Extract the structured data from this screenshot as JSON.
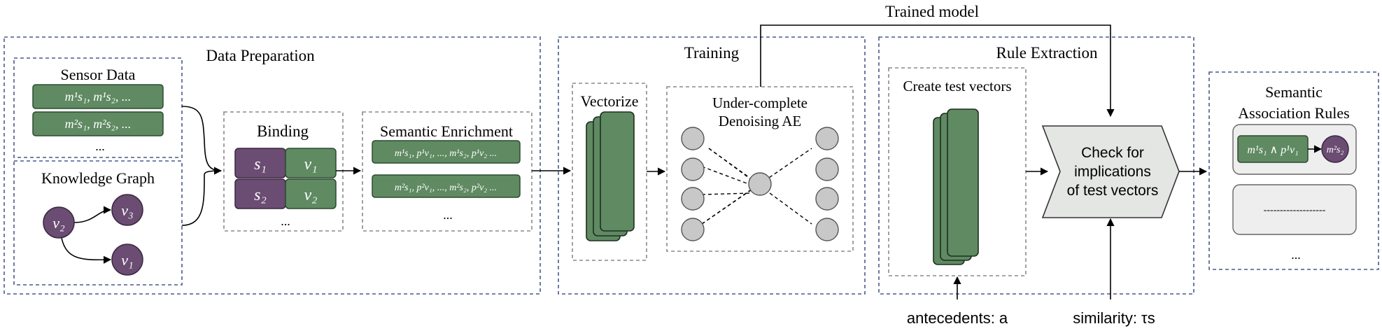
{
  "colors": {
    "panel_border": "#4a5a8c",
    "inner_border": "#8a8a8a",
    "green": "#5f8a62",
    "green_stroke": "#2f4a32",
    "purple": "#6b4c73",
    "purple_stroke": "#3a2741",
    "neuron": "#c8c8c8",
    "arrow_shape": "#e4e6e4"
  },
  "data_preparation": {
    "title": "Data Preparation",
    "sensor_data": {
      "title": "Sensor Data",
      "items": [
        "m¹s₁, m¹s₂, ...",
        "m²s₁, m²s₂, ..."
      ],
      "ellipsis": "..."
    },
    "knowledge_graph": {
      "title": "Knowledge Graph",
      "nodes": [
        "v₂",
        "v₃",
        "v₁"
      ]
    },
    "binding": {
      "title": "Binding",
      "cells": [
        [
          "s₁",
          "v₁"
        ],
        [
          "s₂",
          "v₂"
        ]
      ],
      "ellipsis": "..."
    },
    "semantic_enrichment": {
      "title": "Semantic Enrichment",
      "items": [
        "m¹s₁, p¹v₁, ..., m¹s₂, p¹v₂ ...",
        "m²s₁, p²v₁, ..., m²s₂, p²v₂ ..."
      ],
      "ellipsis": "..."
    }
  },
  "training": {
    "title": "Training",
    "vectorize": "Vectorize",
    "ae_title_line1": "Under-complete",
    "ae_title_line2": "Denoising AE"
  },
  "trained_model": "Trained model",
  "rule_extraction": {
    "title": "Rule Extraction",
    "create_test_vectors": "Create test vectors",
    "check_line1": "Check for",
    "check_line2": "implications",
    "check_line3": "of test vectors",
    "antecedents": "antecedents: a",
    "similarity": "similarity: τs"
  },
  "semantic_rules": {
    "title_line1": "Semantic",
    "title_line2": "Association Rules",
    "rule_antecedent": "m¹s₁ ∧ p¹v₁",
    "rule_consequent": "m²s₂",
    "placeholder": "-------------------",
    "ellipsis": "..."
  }
}
